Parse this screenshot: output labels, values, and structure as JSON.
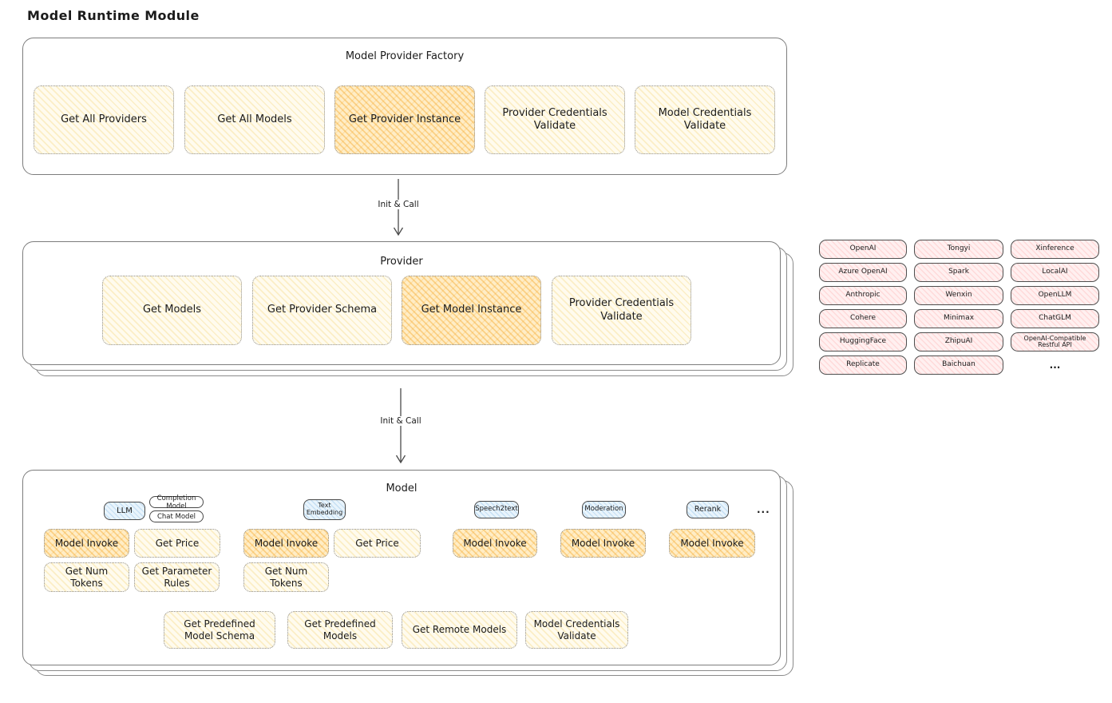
{
  "title": "Model Runtime Module",
  "factory": {
    "title": "Model Provider Factory",
    "buttons": [
      "Get All Providers",
      "Get All Models",
      "Get Provider Instance",
      "Provider Credentials Validate",
      "Model Credentials Validate"
    ],
    "highlighted_button": "Get Provider Instance"
  },
  "arrows": {
    "factory_to_provider": "Init & Call",
    "provider_to_model": "Init & Call"
  },
  "provider": {
    "title": "Provider",
    "buttons": [
      "Get Models",
      "Get Provider Schema",
      "Get Model Instance",
      "Provider Credentials Validate"
    ],
    "highlighted_button": "Get Model Instance"
  },
  "provider_list": {
    "items": [
      "OpenAI",
      "Tongyi",
      "Xinference",
      "Azure OpenAI",
      "Spark",
      "LocalAI",
      "Anthropic",
      "Wenxin",
      "OpenLLM",
      "Cohere",
      "Minimax",
      "ChatGLM",
      "HuggingFace",
      "ZhipuAI",
      "OpenAI-Compatible Restful API",
      "Replicate",
      "Baichuan"
    ],
    "more": "..."
  },
  "model": {
    "title": "Model",
    "tabs": {
      "llm": "LLM",
      "completion_model": "Completion Model",
      "chat_model": "Chat Model",
      "text_embedding": "Text Embedding",
      "speech2text": "Speech2text",
      "moderation": "Moderation",
      "rerank": "Rerank",
      "more": "..."
    },
    "llm_buttons": [
      "Model Invoke",
      "Get Price",
      "Get Num Tokens",
      "Get Parameter Rules"
    ],
    "text_embedding_buttons": [
      "Model Invoke",
      "Get Price",
      "Get Num Tokens"
    ],
    "speech2text_buttons": [
      "Model Invoke"
    ],
    "moderation_buttons": [
      "Model Invoke"
    ],
    "rerank_buttons": [
      "Model Invoke"
    ],
    "common_buttons": [
      "Get Predefined Model Schema",
      "Get Predefined Models",
      "Get Remote Models",
      "Model Credentials Validate"
    ]
  },
  "colors": {
    "card_fill": "#fffbee",
    "card_highlight_fill": "#ffedc6",
    "card_highlight_hatch": "#f5a623",
    "provider_item_fill": "#fff0f0",
    "tab_fill": "#e9f4fc",
    "panel_border": "#7d7d7d",
    "text": "#1b1b1b"
  }
}
